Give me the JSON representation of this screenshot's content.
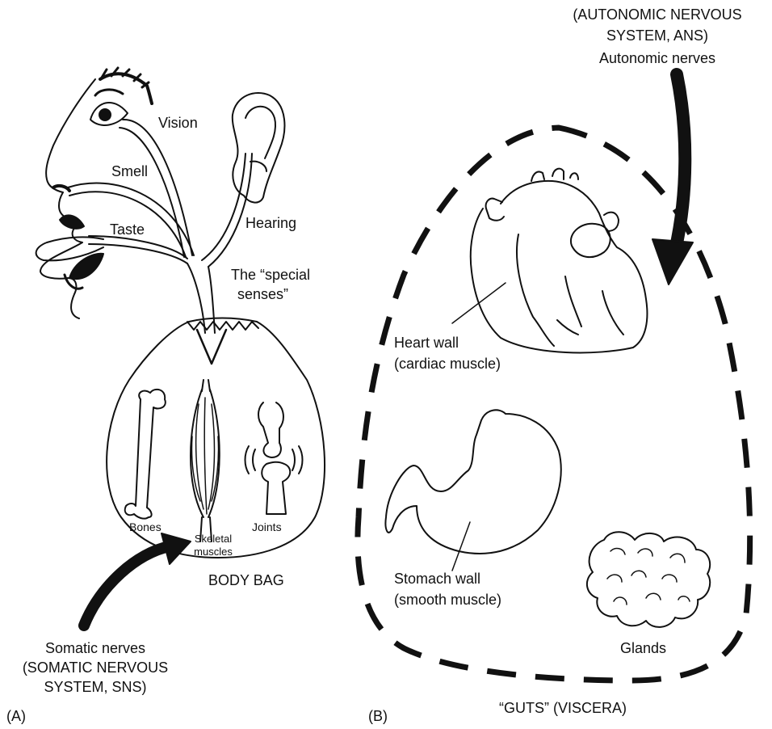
{
  "panel_a": {
    "panel_label": "(A)",
    "senses": {
      "vision": "Vision",
      "smell": "Smell",
      "taste": "Taste",
      "hearing": "Hearing"
    },
    "special_senses_line1": "The “special",
    "special_senses_line2": "senses”",
    "body_bag": {
      "title": "BODY BAG",
      "bones": "Bones",
      "skeletal_line1": "Skeletal",
      "skeletal_line2": "muscles",
      "joints": "Joints"
    },
    "somatic": {
      "line1": "Somatic nerves",
      "line2": "(SOMATIC NERVOUS",
      "line3": "SYSTEM, SNS)"
    }
  },
  "panel_b": {
    "panel_label": "(B)",
    "autonomic": {
      "line1": "(AUTONOMIC NERVOUS",
      "line2": "SYSTEM, ANS)",
      "line3": "Autonomic nerves"
    },
    "heart_line1": "Heart wall",
    "heart_line2": "(cardiac muscle)",
    "stomach_line1": "Stomach wall",
    "stomach_line2": "(smooth muscle)",
    "glands": "Glands",
    "guts": "“GUTS” (VISCERA)"
  },
  "colors": {
    "ink": "#111111",
    "background": "#ffffff"
  }
}
